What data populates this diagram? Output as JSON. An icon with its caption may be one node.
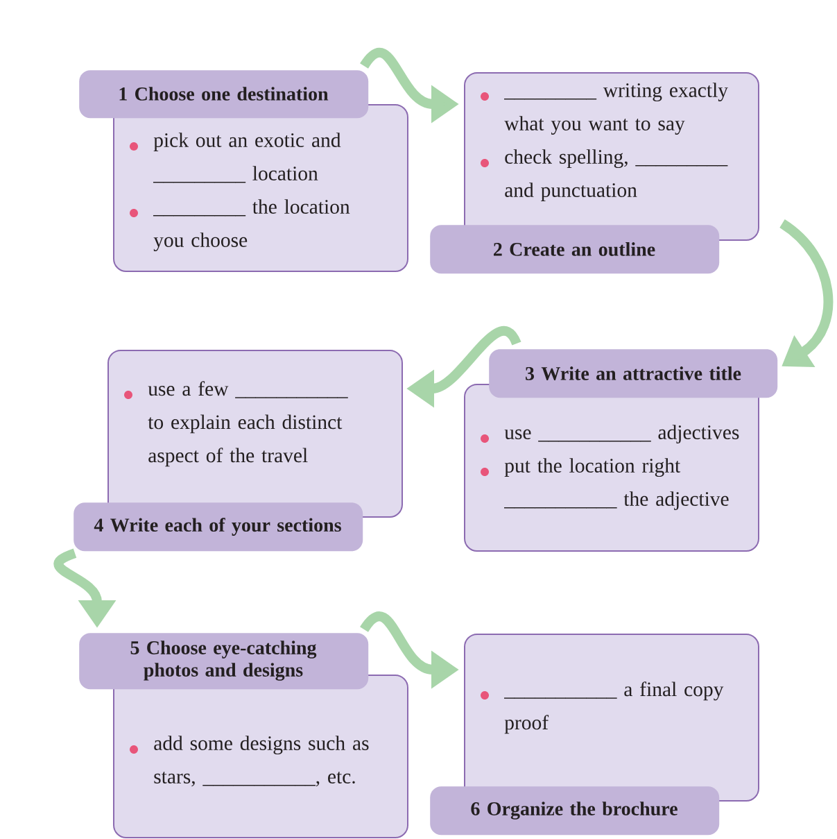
{
  "diagram": {
    "nodes": [
      {
        "text": [
          "1 Choose one destination",
          "pick out an exotic and _________ location",
          "_________ the location you choose"
        ]
      },
      {
        "text": [
          "_________ writing exactly what you want to say",
          "check spelling, _________ and punctuation",
          "2 Create an outline"
        ]
      },
      {
        "text": [
          "3 Write an attractive title",
          "use ___________ adjectives",
          "put the location right ___________ the adjective"
        ]
      },
      {
        "text": [
          "use a few ___________ to explain each distinct aspect of the travel",
          "4 Write each of your sections"
        ]
      },
      {
        "text": [
          "5 Choose eye-catching photos and designs",
          "add some designs such as stars, ___________, etc."
        ]
      },
      {
        "text": [
          "___________ a final copy proof",
          "6 Organize the brochure"
        ]
      }
    ],
    "edges": [
      {
        "from": 0,
        "to": 1,
        "arrow": "to"
      },
      {
        "from": 1,
        "to": 2,
        "arrow": "to"
      },
      {
        "from": 2,
        "to": 3,
        "arrow": "to"
      },
      {
        "from": 3,
        "to": 4,
        "arrow": "to"
      },
      {
        "from": 4,
        "to": 5,
        "arrow": "to"
      }
    ]
  }
}
